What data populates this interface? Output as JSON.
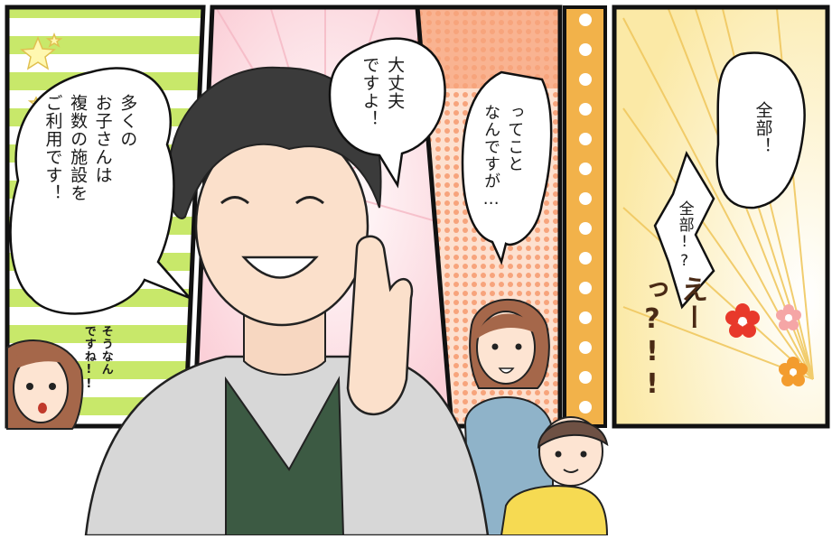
{
  "bubbles": {
    "left_main": [
      "多くの",
      "お子さんは",
      "複数の施設を",
      "ご利用です！"
    ],
    "left_small": [
      "そうなん",
      "ですね!!"
    ],
    "center": [
      "大丈夫",
      "ですよ！"
    ],
    "right_center": [
      "ってこと",
      "なんですが…"
    ],
    "right_top": "全部！",
    "right_mid": "全部!?",
    "right_shout": "えーっ?!!"
  },
  "colors": {
    "stripe_green": "#c8e86a",
    "pink_burst": "#fbd0d8",
    "orange_panel": "#f7a47c",
    "gold_strip": "#f2b24a",
    "yellow_burst": "#fbe9a6",
    "jacket": "#d7d7d7",
    "shirt": "#3c5a43",
    "hair": "#3b3b3b"
  }
}
